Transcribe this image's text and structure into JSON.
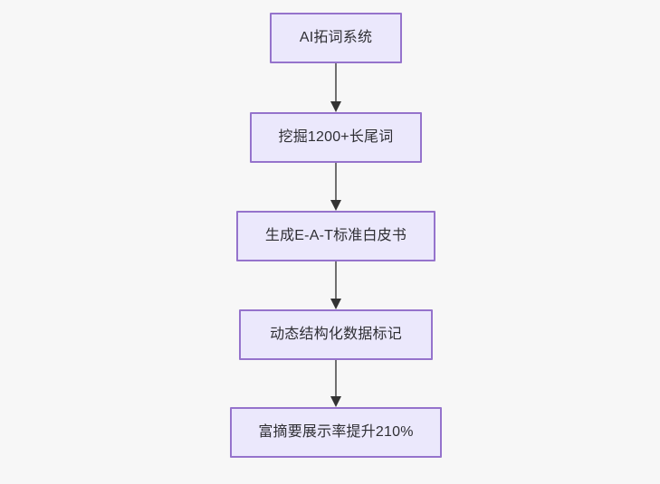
{
  "diagram": {
    "type": "flowchart",
    "direction": "top-to-bottom",
    "title": "",
    "background_color": "#f7f7f7",
    "node_style": {
      "fill": "#ebe8fc",
      "border_color": "#9573cc",
      "text_color": "#2f2f34"
    },
    "edge_style": {
      "line_color": "#707070",
      "arrow_color": "#333333",
      "arrow_type": "filled-triangle"
    },
    "nodes": [
      {
        "id": "n1",
        "label": "AI拓词系统"
      },
      {
        "id": "n2",
        "label": "挖掘1200+长尾词"
      },
      {
        "id": "n3",
        "label": "生成E-A-T标准白皮书"
      },
      {
        "id": "n4",
        "label": "动态结构化数据标记"
      },
      {
        "id": "n5",
        "label": "富摘要展示率提升210%"
      }
    ],
    "edges": [
      {
        "from": "n1",
        "to": "n2",
        "label": ""
      },
      {
        "from": "n2",
        "to": "n3",
        "label": ""
      },
      {
        "from": "n3",
        "to": "n4",
        "label": ""
      },
      {
        "from": "n4",
        "to": "n5",
        "label": ""
      }
    ]
  }
}
